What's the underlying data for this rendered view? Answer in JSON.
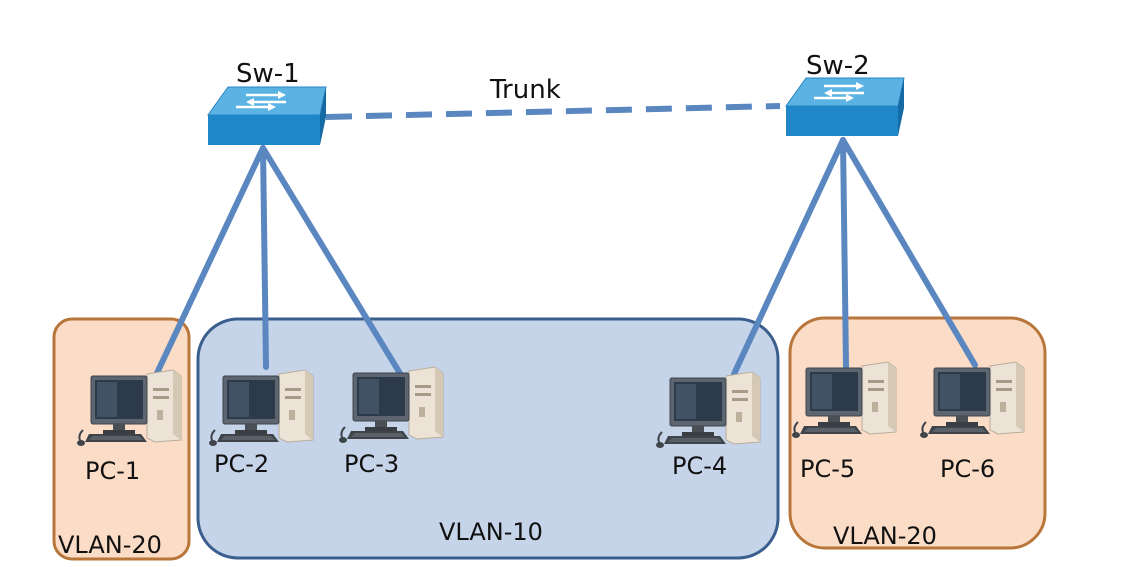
{
  "colors": {
    "link": "#5b87c0",
    "vlan10_fill": "#c6d4e9",
    "vlan10_border": "#3a5f8e",
    "vlan20_fill": "#fbdcc6",
    "vlan20_border": "#b8763a",
    "switch_top": "#4aa6dc",
    "switch_side": "#1f7fbf"
  },
  "switches": [
    {
      "id": "sw1",
      "label": "Sw-1",
      "icon": "switch-icon"
    },
    {
      "id": "sw2",
      "label": "Sw-2",
      "icon": "switch-icon"
    }
  ],
  "trunk": {
    "label": "Trunk",
    "from": "Sw-1",
    "to": "Sw-2"
  },
  "vlans": [
    {
      "id": "vlan20-left",
      "label": "VLAN-20"
    },
    {
      "id": "vlan10",
      "label": "VLAN-10"
    },
    {
      "id": "vlan20-right",
      "label": "VLAN-20"
    }
  ],
  "pcs": [
    {
      "id": "pc1",
      "label": "PC-1",
      "icon": "desktop-computer-icon",
      "switch": "Sw-1",
      "vlan": "VLAN-20"
    },
    {
      "id": "pc2",
      "label": "PC-2",
      "icon": "desktop-computer-icon",
      "switch": "Sw-1",
      "vlan": "VLAN-10"
    },
    {
      "id": "pc3",
      "label": "PC-3",
      "icon": "desktop-computer-icon",
      "switch": "Sw-1",
      "vlan": "VLAN-10"
    },
    {
      "id": "pc4",
      "label": "PC-4",
      "icon": "desktop-computer-icon",
      "switch": "Sw-2",
      "vlan": "VLAN-10"
    },
    {
      "id": "pc5",
      "label": "PC-5",
      "icon": "desktop-computer-icon",
      "switch": "Sw-2",
      "vlan": "VLAN-20"
    },
    {
      "id": "pc6",
      "label": "PC-6",
      "icon": "desktop-computer-icon",
      "switch": "Sw-2",
      "vlan": "VLAN-20"
    }
  ]
}
